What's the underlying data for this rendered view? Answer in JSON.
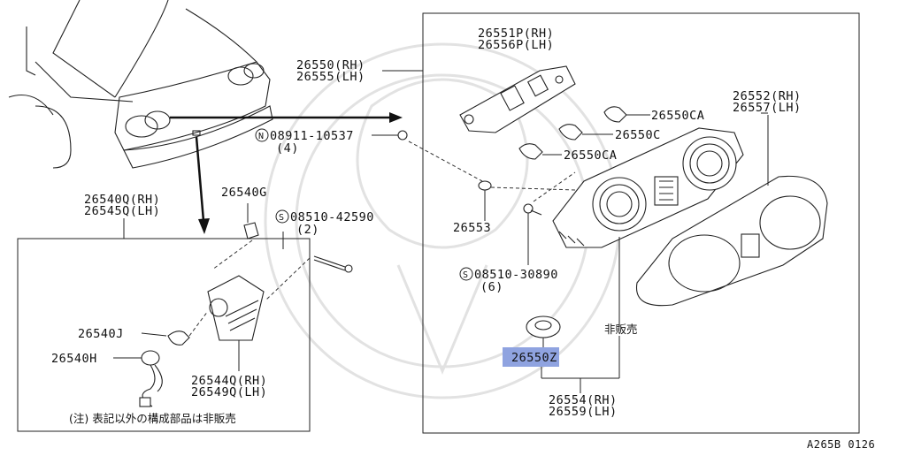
{
  "diagram_id": "A265B 0126",
  "callouts": {
    "lamp_assy": [
      "26550(RH)",
      "26555(LH)"
    ],
    "housing_panel": [
      "26551P(RH)",
      "26556P(LH)"
    ],
    "bulb_ca_top": "26550CA",
    "bulb_c": "26550C",
    "bulb_ca_bottom": "26550CA",
    "nut": "08911-10537",
    "nut_qty": "(4)",
    "lens_cover": [
      "26552(RH)",
      "26557(LH)"
    ],
    "grommet": "26553",
    "screw_lower": "08510-30890",
    "screw_lower_qty": "(6)",
    "not_sold": "非販売",
    "sub_assy": "26550Z",
    "sub_assy_set": [
      "26554(RH)",
      "26559(LH)"
    ],
    "plate_lamp_set": [
      "26540Q(RH)",
      "26545Q(LH)"
    ],
    "clip": "26540G",
    "screw_upper": "08510-42590",
    "screw_upper_qty": "(2)",
    "bulb_j": "26540J",
    "socket_h": "26540H",
    "plate_lamp": [
      "26544Q(RH)",
      "26549Q(LH)"
    ],
    "note": "(注) 表記以外の構成部品は非販売"
  },
  "symbols": {
    "N": "N",
    "S": "S"
  },
  "highlight_color": "#8fa3e0"
}
